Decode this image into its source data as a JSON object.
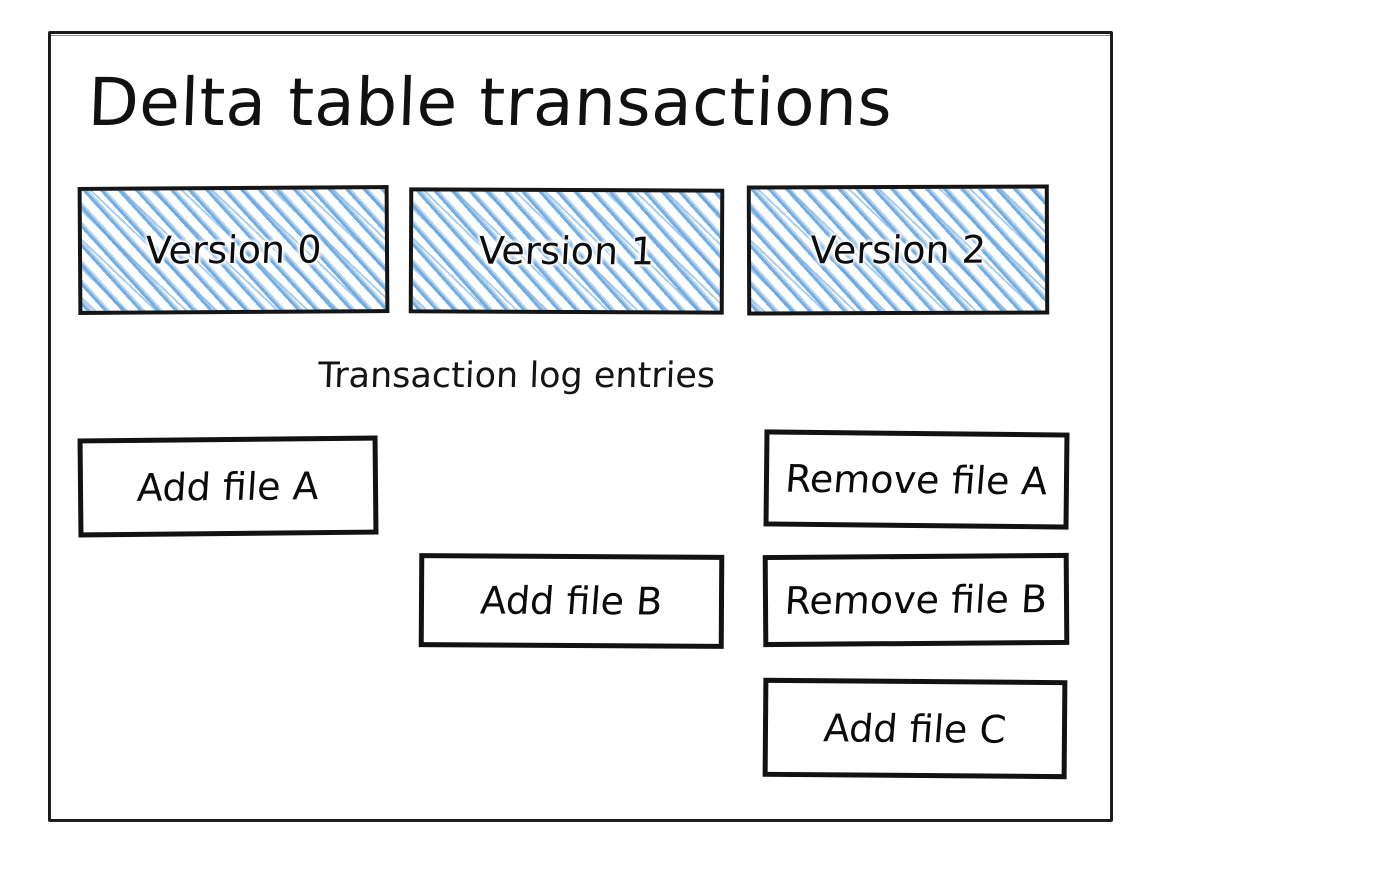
{
  "diagram": {
    "title": "Delta table transactions",
    "caption": "Transaction log entries",
    "colors": {
      "stroke": "#121212",
      "hatch_blue": "#5da0dc",
      "background": "#ffffff"
    },
    "versions": [
      {
        "label": "Version 0"
      },
      {
        "label": "Version 1"
      },
      {
        "label": "Version 2"
      }
    ],
    "log_entries": [
      {
        "label": "Add file A",
        "version": "Version 0",
        "action": "add"
      },
      {
        "label": "Add file B",
        "version": "Version 1",
        "action": "add"
      },
      {
        "label": "Remove file A",
        "version": "Version 2",
        "action": "remove"
      },
      {
        "label": "Remove file B",
        "version": "Version 2",
        "action": "remove"
      },
      {
        "label": "Add file C",
        "version": "Version 2",
        "action": "add"
      }
    ]
  }
}
